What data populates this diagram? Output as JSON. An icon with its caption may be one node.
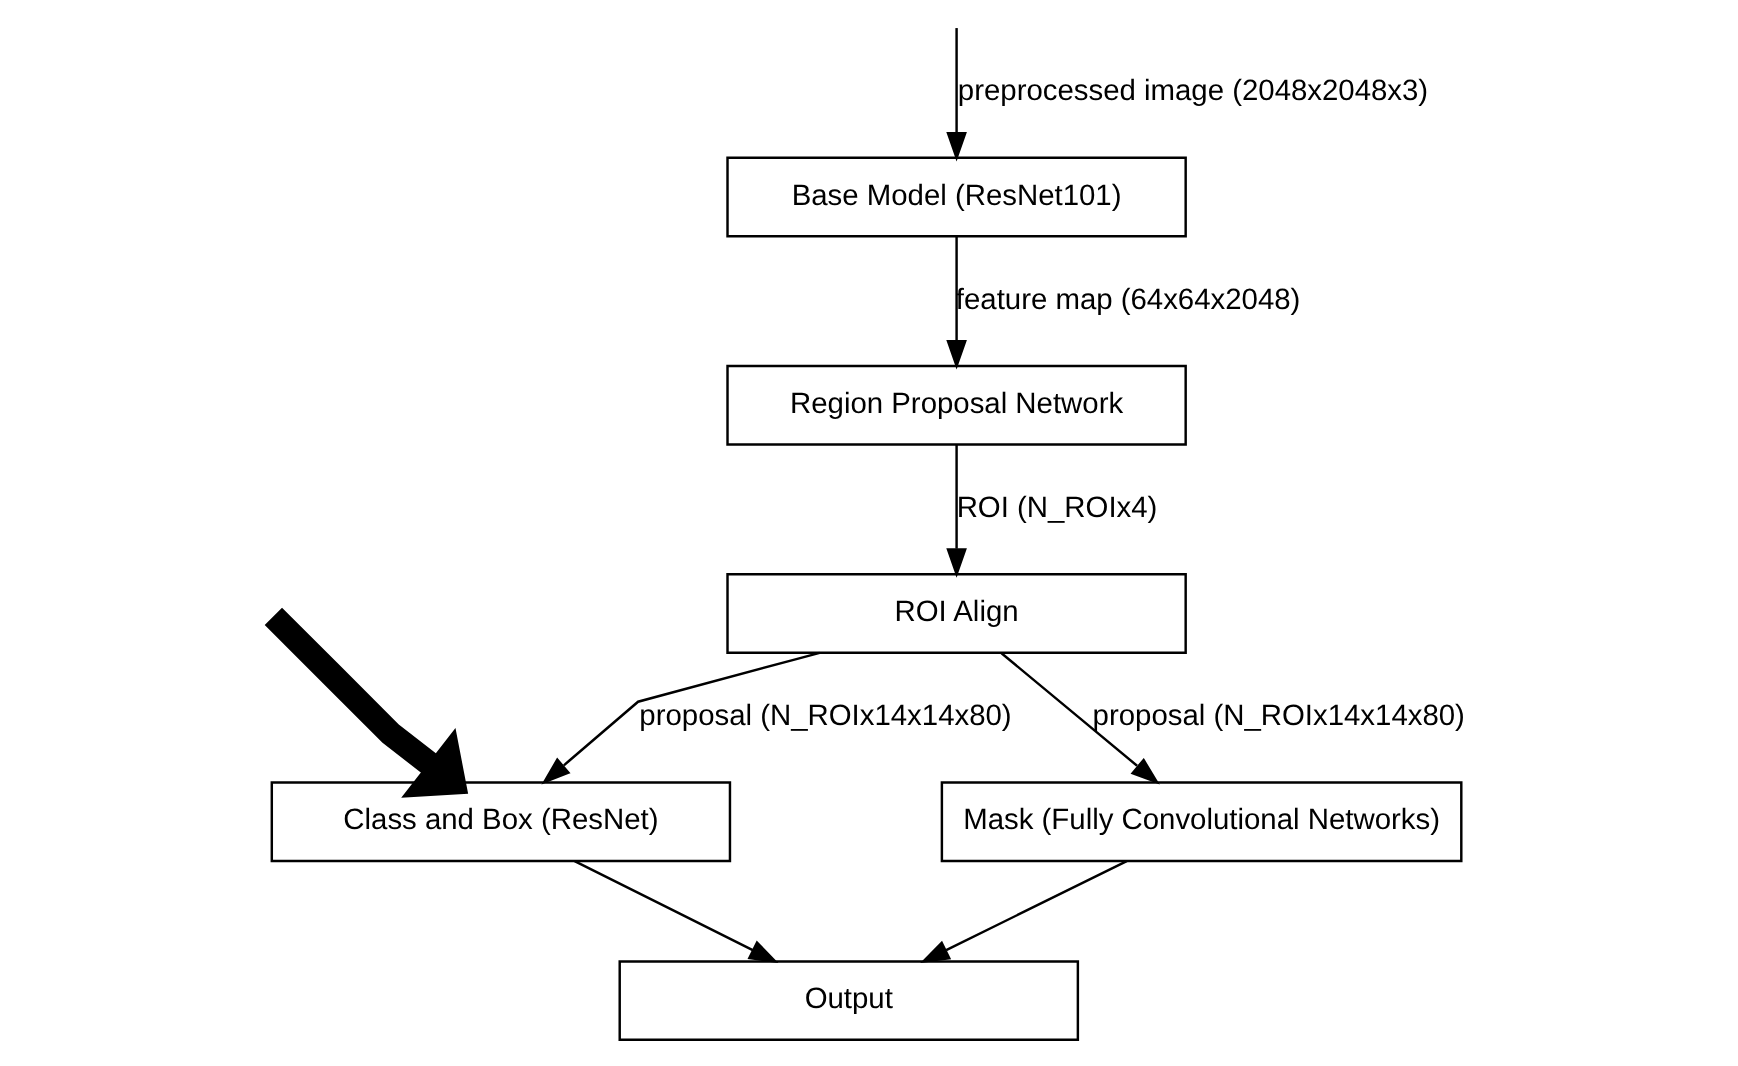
{
  "diagram": {
    "nodes": [
      {
        "text": [
          "Base Model (ResNet101)"
        ]
      },
      {
        "text": [
          "Region Proposal Network"
        ]
      },
      {
        "text": [
          "ROI Align"
        ]
      },
      {
        "text": [
          "Class and Box (ResNet)"
        ]
      },
      {
        "text": [
          "Mask (Fully Convolutional Networks)"
        ]
      },
      {
        "text": [
          "Output"
        ]
      }
    ],
    "edges": [
      {
        "from": null,
        "to": 0,
        "arrow": "to",
        "label": "preprocessed image (2048x2048x3)"
      },
      {
        "from": 0,
        "to": 1,
        "arrow": "to",
        "label": "feature map (64x64x2048)"
      },
      {
        "from": 1,
        "to": 2,
        "arrow": "to",
        "label": "ROI (N_ROIx4)"
      },
      {
        "from": 2,
        "to": 3,
        "arrow": "to",
        "label": "proposal (N_ROIx14x14x80)"
      },
      {
        "from": 2,
        "to": 4,
        "arrow": "to",
        "label": "proposal (N_ROIx14x14x80)"
      },
      {
        "from": 3,
        "to": 5,
        "arrow": "to"
      },
      {
        "from": 4,
        "to": 5,
        "arrow": "to"
      },
      {
        "from": null,
        "to": 3,
        "arrow": "to",
        "style": "thick"
      }
    ]
  }
}
